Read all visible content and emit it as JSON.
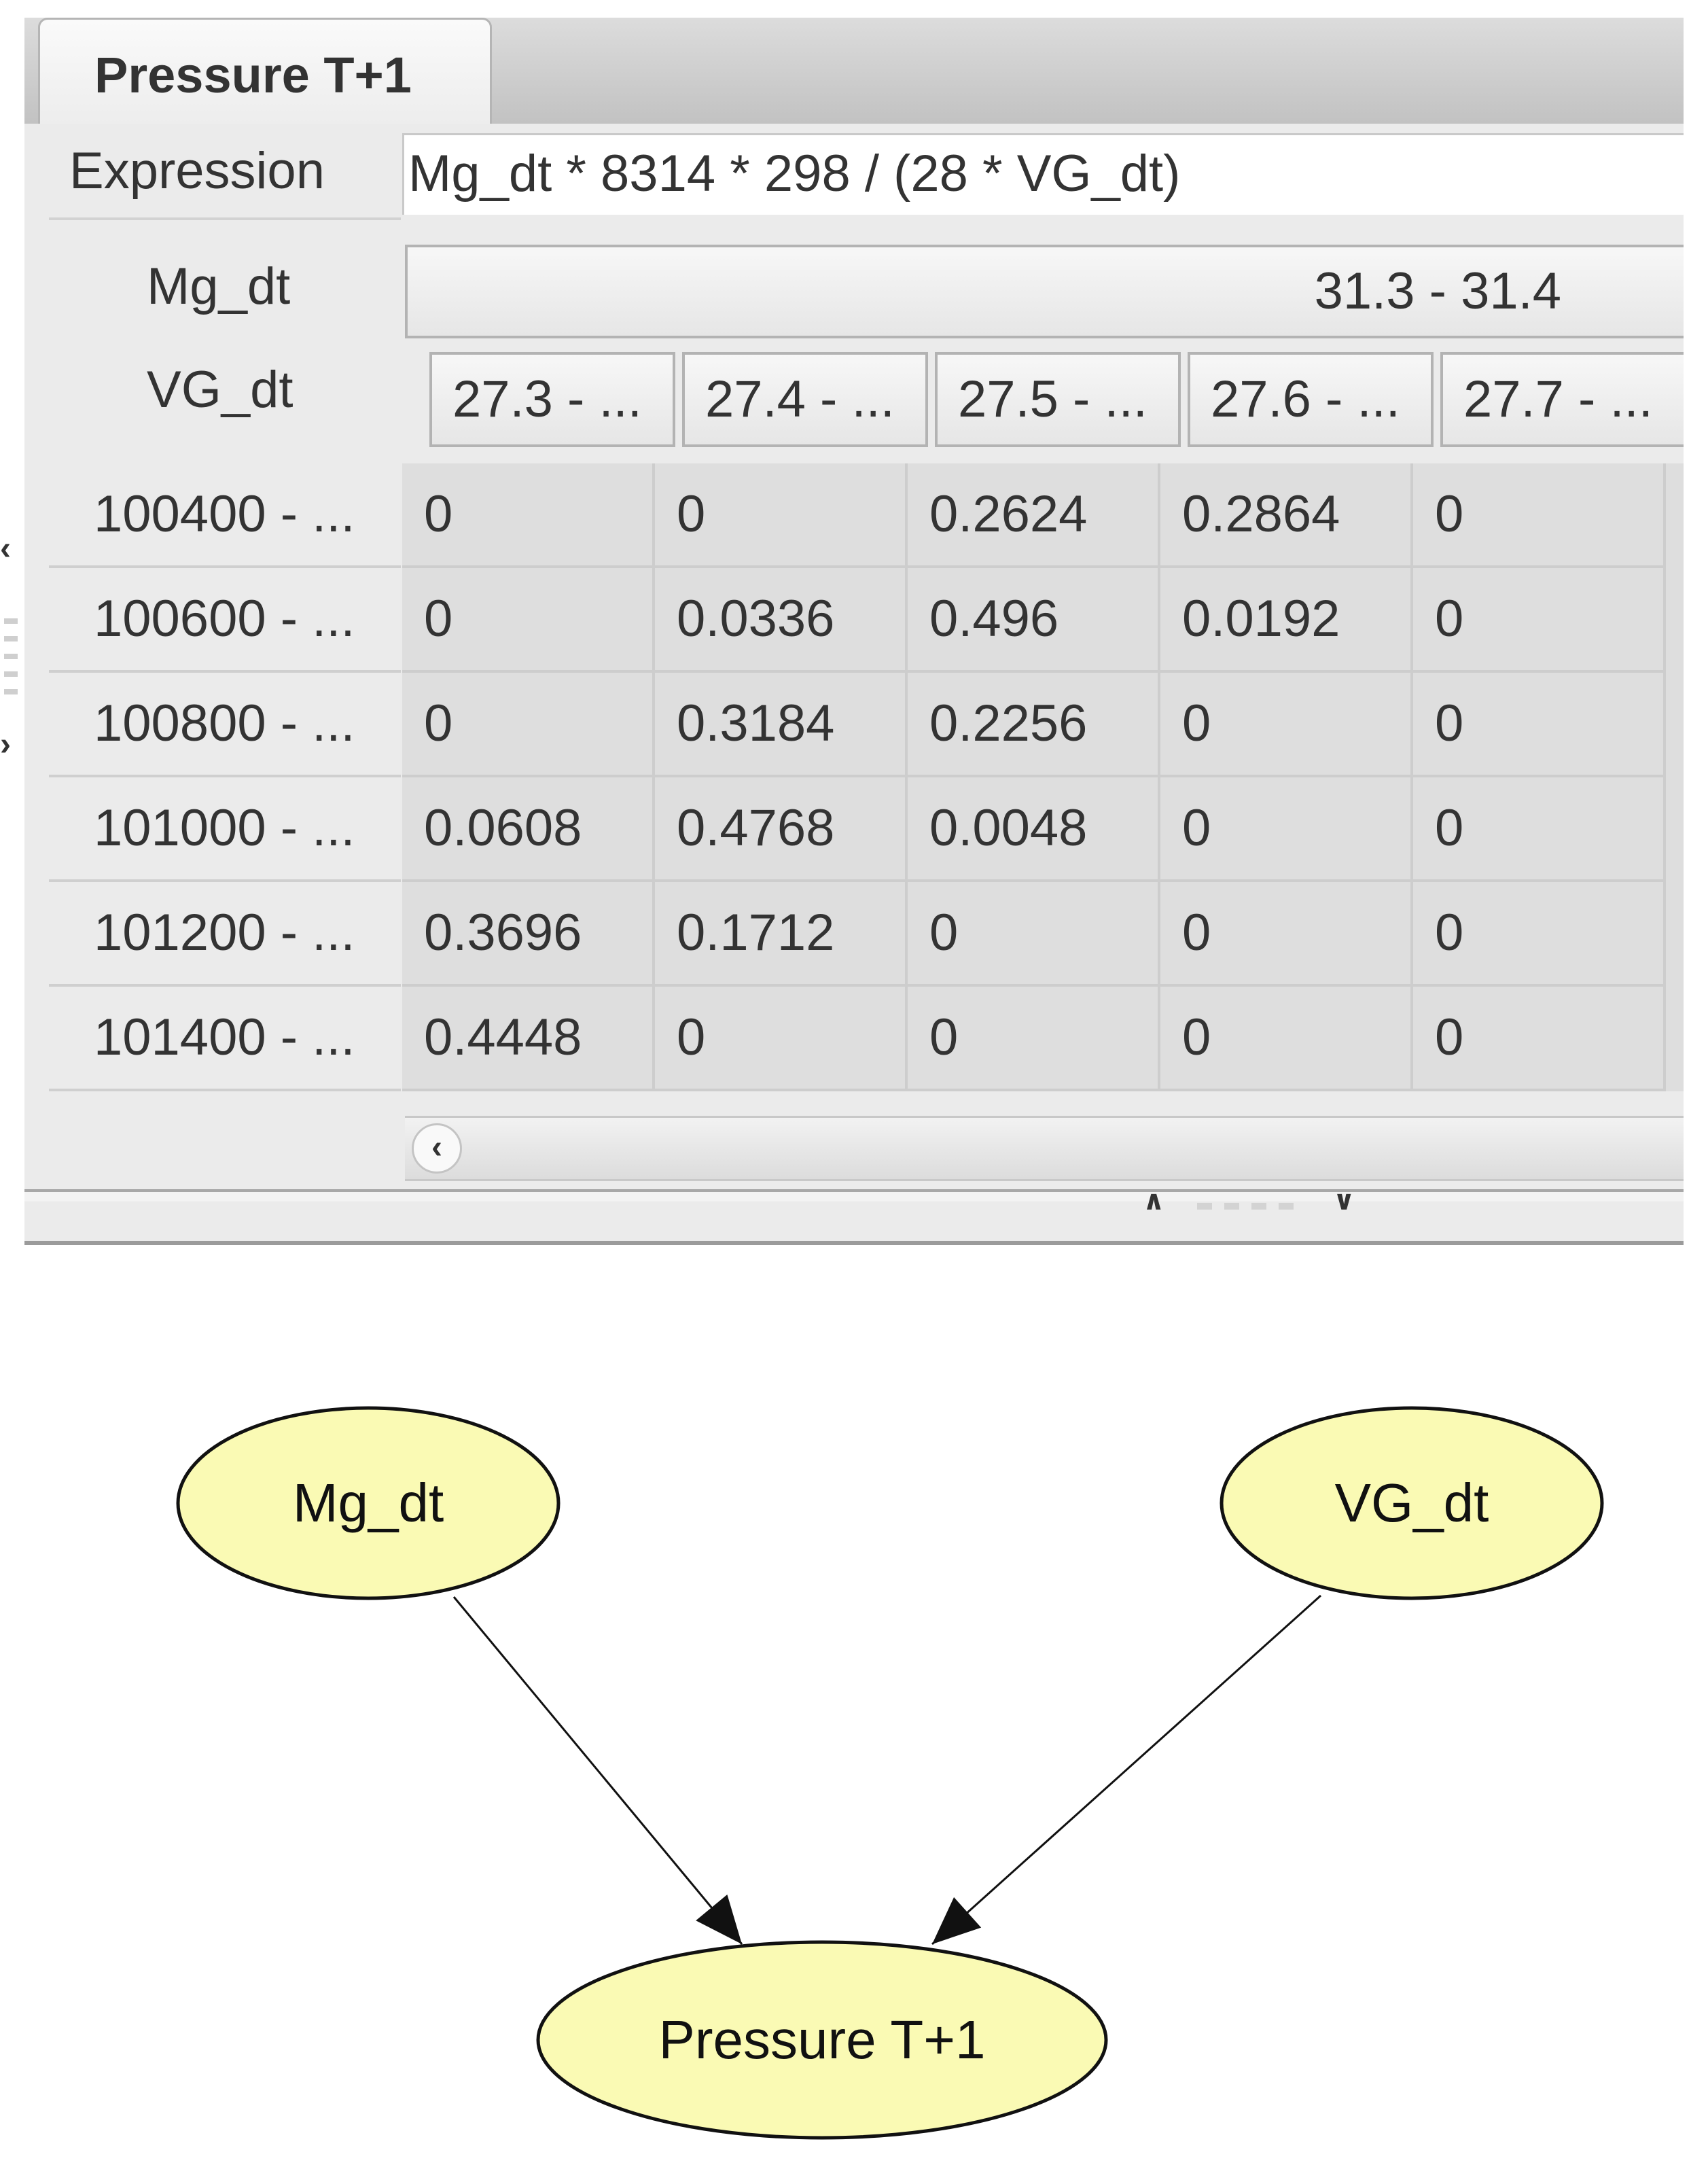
{
  "tab": {
    "label": "Pressure T+1"
  },
  "expression": {
    "label": "Expression",
    "value": "Mg_dt * 8314 * 298 / (28 * VG_dt)"
  },
  "table": {
    "row_var_1": "Mg_dt",
    "row_var_2": "VG_dt",
    "group_header": "31.3 - 31.4",
    "columns": [
      "27.3 - ...",
      "27.4 - ...",
      "27.5 - ...",
      "27.6 - ...",
      "27.7 - ..."
    ],
    "rows": [
      {
        "label": "100400 - ...",
        "cells": [
          "0",
          "0",
          "0.2624",
          "0.2864",
          "0"
        ]
      },
      {
        "label": "100600 - ...",
        "cells": [
          "0",
          "0.0336",
          "0.496",
          "0.0192",
          "0"
        ]
      },
      {
        "label": "100800 - ...",
        "cells": [
          "0",
          "0.3184",
          "0.2256",
          "0",
          "0"
        ]
      },
      {
        "label": "101000 - ...",
        "cells": [
          "0.0608",
          "0.4768",
          "0.0048",
          "0",
          "0"
        ]
      },
      {
        "label": "101200 - ...",
        "cells": [
          "0.3696",
          "0.1712",
          "0",
          "0",
          "0"
        ]
      },
      {
        "label": "101400 - ...",
        "cells": [
          "0.4448",
          "0",
          "0",
          "0",
          "0"
        ]
      }
    ]
  },
  "diagram": {
    "nodes": [
      {
        "id": "mg",
        "label": "Mg_dt"
      },
      {
        "id": "vg",
        "label": "VG_dt"
      },
      {
        "id": "pressure",
        "label": "Pressure T+1"
      }
    ],
    "edges": [
      {
        "from": "mg",
        "to": "pressure"
      },
      {
        "from": "vg",
        "to": "pressure"
      }
    ],
    "node_fill": "#fafab4",
    "node_stroke": "#111111"
  },
  "icons": {
    "scroll_left": "chevron-left-icon",
    "splitter_up": "chevron-up-icon",
    "splitter_down": "chevron-down-icon"
  }
}
